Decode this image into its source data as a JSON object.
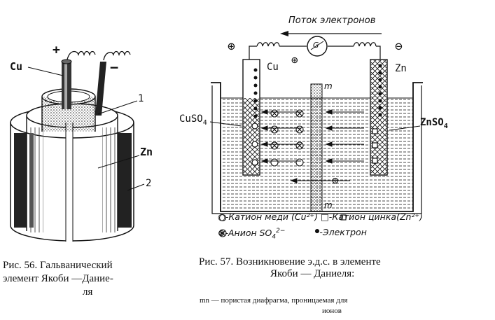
{
  "fig56": {
    "label_cu": "Cu",
    "label_plus": "+",
    "label_minus": "−",
    "label_1": "1",
    "label_zn": "Zn",
    "label_2": "2",
    "caption_line1": "Рис. 56.   Гальванический",
    "caption_line2": "элемент   Якоби —Даниe-",
    "caption_line3": "ля"
  },
  "fig57": {
    "flow_label": "Поток электронов",
    "plus_terminal": "⊕",
    "minus_terminal": "⊖",
    "galvanometer": "G",
    "label_cu": "Cu",
    "label_zn": "Zn",
    "label_plus_ion": "⊕",
    "label_m_top": "m",
    "label_m_bottom": "m",
    "label_cuso4": "CuSO",
    "label_cuso4_sub": "4",
    "label_znso4": "ZnSO",
    "label_znso4_sub": "4",
    "legend_line1": "○-Катион меди (Cu²⁺) □-Катион цинка(Zn²⁺)",
    "legend_anion": "⊗-Анион SO",
    "legend_anion_sup": "2−",
    "legend_anion_sub": "4",
    "legend_electron": "•-Электрон",
    "caption_line1": "Рис. 57. Возникновение   э.д.с. в   элементе",
    "caption_line2": "Якоби — Даниеля:",
    "note_line1": "mn — пористая   диафрагма,   проницаемая   для",
    "note_line2": "ионов"
  }
}
